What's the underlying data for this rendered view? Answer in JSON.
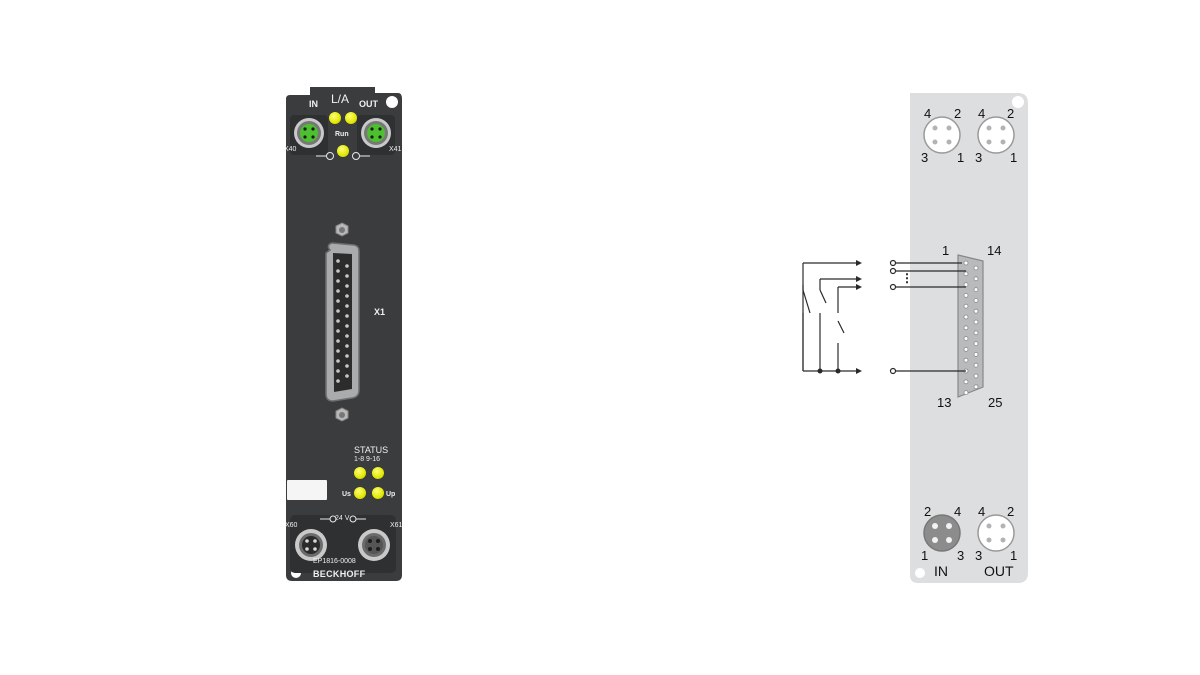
{
  "device": {
    "top_connectors": {
      "in_label": "IN",
      "out_label": "OUT",
      "la_label": "L/A",
      "run_label": "Run",
      "x40": "X40",
      "x41": "X41"
    },
    "main_connector_label": "X1",
    "status": {
      "title": "STATUS",
      "range": "1-8 9-16",
      "us_label": "Us",
      "up_label": "Up"
    },
    "power": {
      "voltage_label": "24 V",
      "x60": "X60",
      "x61": "X61"
    },
    "model": "EP1816-0008",
    "brand": "BECKHOFF",
    "colors": {
      "body": "#3a3c3e",
      "led": "#e4e800",
      "ethercat_port": "#4cc02e"
    }
  },
  "diagram": {
    "top_pins_left": {
      "p4": "4",
      "p2": "2",
      "p3": "3",
      "p1": "1"
    },
    "top_pins_right": {
      "p4": "4",
      "p2": "2",
      "p3": "3",
      "p1": "1"
    },
    "dsub_pins": {
      "p1": "1",
      "p14": "14",
      "p13": "13",
      "p25": "25"
    },
    "bottom_pins_left": {
      "p2": "2",
      "p4": "4",
      "p1": "1",
      "p3": "3"
    },
    "bottom_pins_right": {
      "p4": "4",
      "p2": "2",
      "p3": "3",
      "p1": "1"
    },
    "in_label": "IN",
    "out_label": "OUT",
    "ellipsis": "⋮"
  }
}
